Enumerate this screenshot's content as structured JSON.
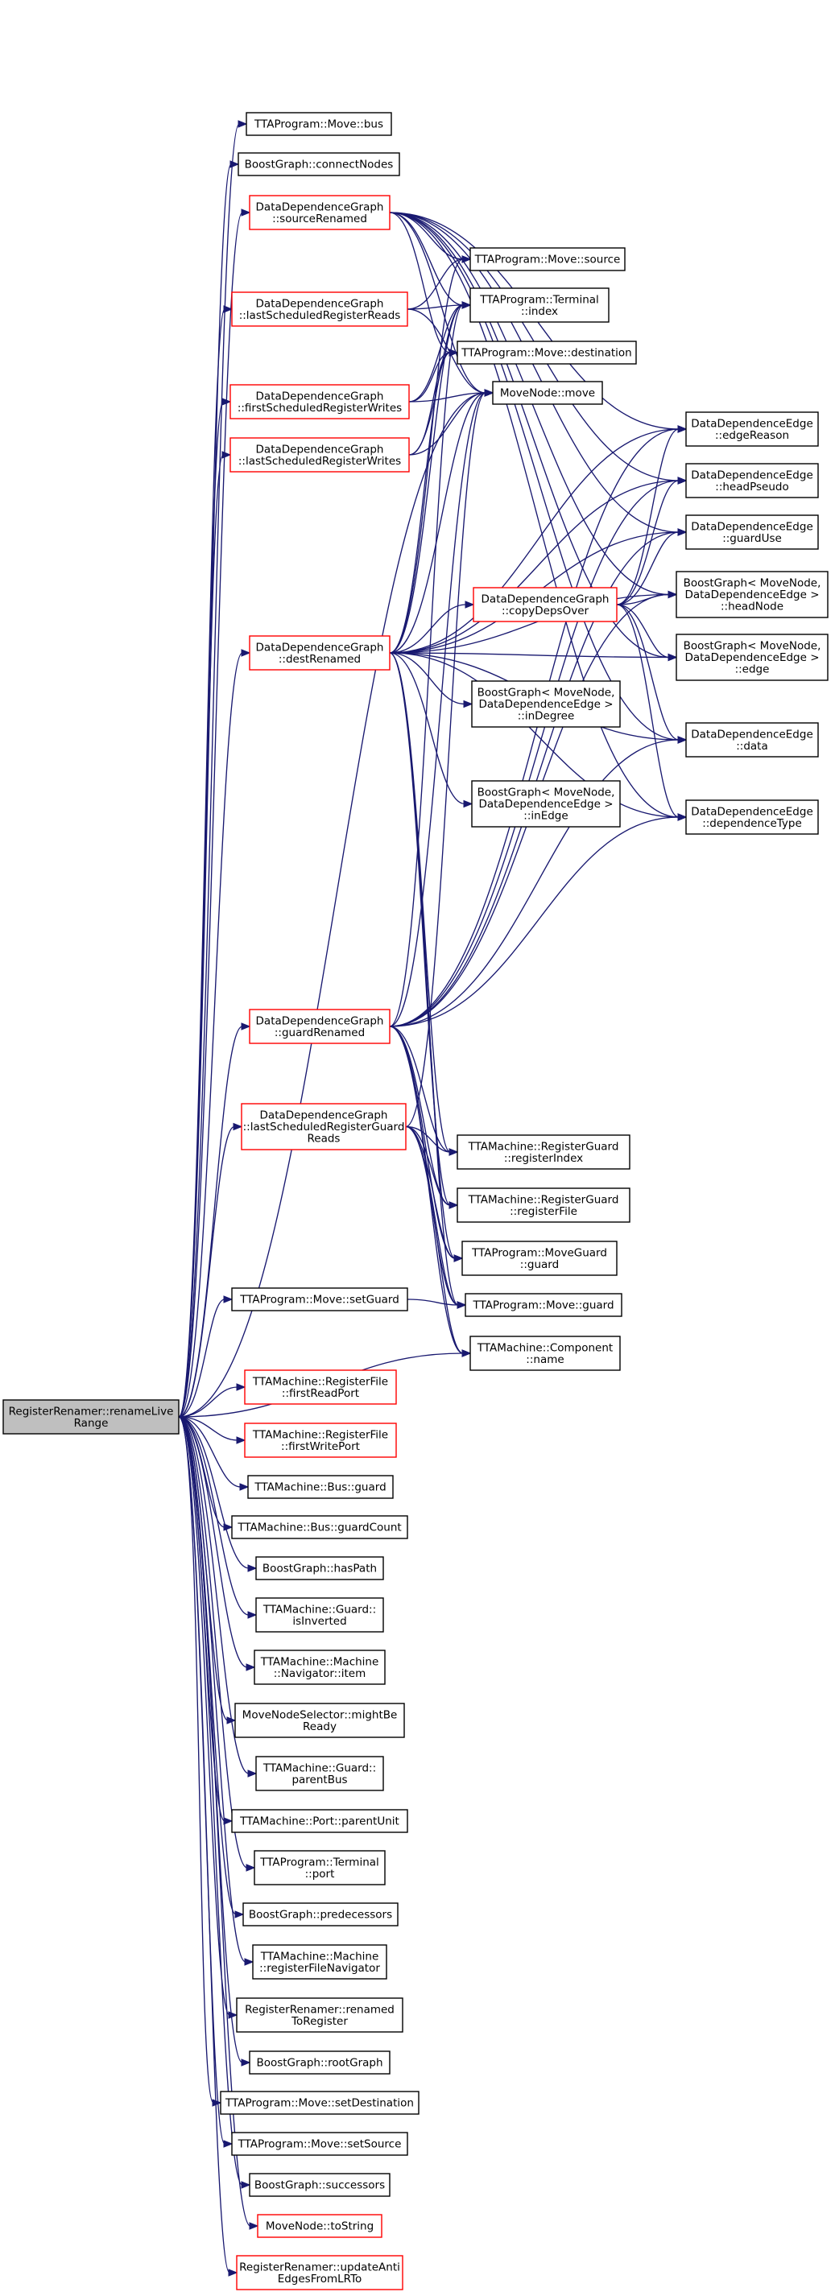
{
  "colors": {
    "edge": "#191970",
    "border_normal": "#000000",
    "border_truncated": "#ff0000",
    "root_fill": "#bfbfbf",
    "node_fill": "#ffffff"
  },
  "nodes": [
    {
      "id": "rename",
      "lines": [
        "RegisterRenamer::renameLive",
        "Range"
      ],
      "kind": "root"
    },
    {
      "id": "bus",
      "lines": [
        "TTAProgram::Move::bus"
      ],
      "kind": "normal"
    },
    {
      "id": "connectNodes",
      "lines": [
        "BoostGraph::connectNodes"
      ],
      "kind": "normal"
    },
    {
      "id": "sourceRenamed",
      "lines": [
        "DataDependenceGraph",
        "::sourceRenamed"
      ],
      "kind": "truncated"
    },
    {
      "id": "lsrr",
      "lines": [
        "DataDependenceGraph",
        "::lastScheduledRegisterReads"
      ],
      "kind": "truncated"
    },
    {
      "id": "fsrw",
      "lines": [
        "DataDependenceGraph",
        "::firstScheduledRegisterWrites"
      ],
      "kind": "truncated"
    },
    {
      "id": "lsrw",
      "lines": [
        "DataDependenceGraph",
        "::lastScheduledRegisterWrites"
      ],
      "kind": "truncated"
    },
    {
      "id": "destRenamed",
      "lines": [
        "DataDependenceGraph",
        "::destRenamed"
      ],
      "kind": "truncated"
    },
    {
      "id": "guardRenamed",
      "lines": [
        "DataDependenceGraph",
        "::guardRenamed"
      ],
      "kind": "truncated"
    },
    {
      "id": "lsrgr",
      "lines": [
        "DataDependenceGraph",
        "::lastScheduledRegisterGuard",
        "Reads"
      ],
      "kind": "truncated"
    },
    {
      "id": "setGuard",
      "lines": [
        "TTAProgram::Move::setGuard"
      ],
      "kind": "normal"
    },
    {
      "id": "firstReadPort",
      "lines": [
        "TTAMachine::RegisterFile",
        "::firstReadPort"
      ],
      "kind": "truncated"
    },
    {
      "id": "firstWritePort",
      "lines": [
        "TTAMachine::RegisterFile",
        "::firstWritePort"
      ],
      "kind": "truncated"
    },
    {
      "id": "busGuard",
      "lines": [
        "TTAMachine::Bus::guard"
      ],
      "kind": "normal"
    },
    {
      "id": "guardCount",
      "lines": [
        "TTAMachine::Bus::guardCount"
      ],
      "kind": "normal"
    },
    {
      "id": "hasPath",
      "lines": [
        "BoostGraph::hasPath"
      ],
      "kind": "normal"
    },
    {
      "id": "isInverted",
      "lines": [
        "TTAMachine::Guard::",
        "isInverted"
      ],
      "kind": "normal"
    },
    {
      "id": "navItem",
      "lines": [
        "TTAMachine::Machine",
        "::Navigator::item"
      ],
      "kind": "normal"
    },
    {
      "id": "mightBeReady",
      "lines": [
        "MoveNodeSelector::mightBe",
        "Ready"
      ],
      "kind": "normal"
    },
    {
      "id": "parentBus",
      "lines": [
        "TTAMachine::Guard::",
        "parentBus"
      ],
      "kind": "normal"
    },
    {
      "id": "parentUnit",
      "lines": [
        "TTAMachine::Port::parentUnit"
      ],
      "kind": "normal"
    },
    {
      "id": "termPort",
      "lines": [
        "TTAProgram::Terminal",
        "::port"
      ],
      "kind": "normal"
    },
    {
      "id": "predecessors",
      "lines": [
        "BoostGraph::predecessors"
      ],
      "kind": "normal"
    },
    {
      "id": "rfNav",
      "lines": [
        "TTAMachine::Machine",
        "::registerFileNavigator"
      ],
      "kind": "normal"
    },
    {
      "id": "renamedToRegister",
      "lines": [
        "RegisterRenamer::renamed",
        "ToRegister"
      ],
      "kind": "normal"
    },
    {
      "id": "rootGraph",
      "lines": [
        "BoostGraph::rootGraph"
      ],
      "kind": "normal"
    },
    {
      "id": "setDestination",
      "lines": [
        "TTAProgram::Move::setDestination"
      ],
      "kind": "normal"
    },
    {
      "id": "setSource",
      "lines": [
        "TTAProgram::Move::setSource"
      ],
      "kind": "normal"
    },
    {
      "id": "successors",
      "lines": [
        "BoostGraph::successors"
      ],
      "kind": "normal"
    },
    {
      "id": "toString",
      "lines": [
        "MoveNode::toString"
      ],
      "kind": "truncated"
    },
    {
      "id": "updateAnti",
      "lines": [
        "RegisterRenamer::updateAnti",
        "EdgesFromLRTo"
      ],
      "kind": "truncated"
    },
    {
      "id": "source",
      "lines": [
        "TTAProgram::Move::source"
      ],
      "kind": "normal"
    },
    {
      "id": "termIndex",
      "lines": [
        "TTAProgram::Terminal",
        "::index"
      ],
      "kind": "normal"
    },
    {
      "id": "destination",
      "lines": [
        "TTAProgram::Move::destination"
      ],
      "kind": "normal"
    },
    {
      "id": "move",
      "lines": [
        "MoveNode::move"
      ],
      "kind": "normal"
    },
    {
      "id": "copyDepsOver",
      "lines": [
        "DataDependenceGraph",
        "::copyDepsOver"
      ],
      "kind": "truncated"
    },
    {
      "id": "inDegree",
      "lines": [
        "BoostGraph< MoveNode,",
        "DataDependenceEdge >",
        "::inDegree"
      ],
      "kind": "normal"
    },
    {
      "id": "inEdge",
      "lines": [
        "BoostGraph< MoveNode,",
        "DataDependenceEdge >",
        "::inEdge"
      ],
      "kind": "normal"
    },
    {
      "id": "regIndex",
      "lines": [
        "TTAMachine::RegisterGuard",
        "::registerIndex"
      ],
      "kind": "normal"
    },
    {
      "id": "regFile",
      "lines": [
        "TTAMachine::RegisterGuard",
        "::registerFile"
      ],
      "kind": "normal"
    },
    {
      "id": "moveGuardGuard",
      "lines": [
        "TTAProgram::MoveGuard",
        "::guard"
      ],
      "kind": "normal"
    },
    {
      "id": "moveGuard",
      "lines": [
        "TTAProgram::Move::guard"
      ],
      "kind": "normal"
    },
    {
      "id": "compName",
      "lines": [
        "TTAMachine::Component",
        "::name"
      ],
      "kind": "normal"
    },
    {
      "id": "edgeReason",
      "lines": [
        "DataDependenceEdge",
        "::edgeReason"
      ],
      "kind": "normal"
    },
    {
      "id": "headPseudo",
      "lines": [
        "DataDependenceEdge",
        "::headPseudo"
      ],
      "kind": "normal"
    },
    {
      "id": "guardUse",
      "lines": [
        "DataDependenceEdge",
        "::guardUse"
      ],
      "kind": "normal"
    },
    {
      "id": "headNode",
      "lines": [
        "BoostGraph< MoveNode,",
        "DataDependenceEdge >",
        "::headNode"
      ],
      "kind": "normal"
    },
    {
      "id": "bgEdge",
      "lines": [
        "BoostGraph< MoveNode,",
        "DataDependenceEdge >",
        "::edge"
      ],
      "kind": "normal"
    },
    {
      "id": "edgeData",
      "lines": [
        "DataDependenceEdge",
        "::data"
      ],
      "kind": "normal"
    },
    {
      "id": "depType",
      "lines": [
        "DataDependenceEdge",
        "::dependenceType"
      ],
      "kind": "normal"
    }
  ],
  "edges": [
    [
      "rename",
      "bus"
    ],
    [
      "rename",
      "connectNodes"
    ],
    [
      "rename",
      "sourceRenamed"
    ],
    [
      "rename",
      "lsrr"
    ],
    [
      "rename",
      "fsrw"
    ],
    [
      "rename",
      "lsrw"
    ],
    [
      "rename",
      "destRenamed"
    ],
    [
      "rename",
      "guardRenamed"
    ],
    [
      "rename",
      "lsrgr"
    ],
    [
      "rename",
      "setGuard"
    ],
    [
      "rename",
      "compName"
    ],
    [
      "rename",
      "firstReadPort"
    ],
    [
      "rename",
      "firstWritePort"
    ],
    [
      "rename",
      "busGuard"
    ],
    [
      "rename",
      "guardCount"
    ],
    [
      "rename",
      "hasPath"
    ],
    [
      "rename",
      "isInverted"
    ],
    [
      "rename",
      "navItem"
    ],
    [
      "rename",
      "mightBeReady"
    ],
    [
      "rename",
      "parentBus"
    ],
    [
      "rename",
      "parentUnit"
    ],
    [
      "rename",
      "termPort"
    ],
    [
      "rename",
      "predecessors"
    ],
    [
      "rename",
      "rfNav"
    ],
    [
      "rename",
      "renamedToRegister"
    ],
    [
      "rename",
      "rootGraph"
    ],
    [
      "rename",
      "setDestination"
    ],
    [
      "rename",
      "setSource"
    ],
    [
      "rename",
      "successors"
    ],
    [
      "rename",
      "toString"
    ],
    [
      "rename",
      "updateAnti"
    ],
    [
      "rename",
      "move"
    ],
    [
      "sourceRenamed",
      "source"
    ],
    [
      "sourceRenamed",
      "termIndex"
    ],
    [
      "sourceRenamed",
      "destination"
    ],
    [
      "sourceRenamed",
      "move"
    ],
    [
      "sourceRenamed",
      "edgeReason"
    ],
    [
      "sourceRenamed",
      "headPseudo"
    ],
    [
      "sourceRenamed",
      "guardUse"
    ],
    [
      "sourceRenamed",
      "headNode"
    ],
    [
      "sourceRenamed",
      "bgEdge"
    ],
    [
      "sourceRenamed",
      "edgeData"
    ],
    [
      "sourceRenamed",
      "depType"
    ],
    [
      "lsrr",
      "source"
    ],
    [
      "lsrr",
      "termIndex"
    ],
    [
      "lsrr",
      "move"
    ],
    [
      "fsrw",
      "destination"
    ],
    [
      "fsrw",
      "termIndex"
    ],
    [
      "fsrw",
      "move"
    ],
    [
      "lsrw",
      "destination"
    ],
    [
      "lsrw",
      "termIndex"
    ],
    [
      "lsrw",
      "move"
    ],
    [
      "destRenamed",
      "copyDepsOver"
    ],
    [
      "destRenamed",
      "inDegree"
    ],
    [
      "destRenamed",
      "inEdge"
    ],
    [
      "destRenamed",
      "source"
    ],
    [
      "destRenamed",
      "termIndex"
    ],
    [
      "destRenamed",
      "destination"
    ],
    [
      "destRenamed",
      "move"
    ],
    [
      "destRenamed",
      "edgeReason"
    ],
    [
      "destRenamed",
      "headPseudo"
    ],
    [
      "destRenamed",
      "guardUse"
    ],
    [
      "destRenamed",
      "headNode"
    ],
    [
      "destRenamed",
      "bgEdge"
    ],
    [
      "destRenamed",
      "edgeData"
    ],
    [
      "destRenamed",
      "depType"
    ],
    [
      "destRenamed",
      "regIndex"
    ],
    [
      "destRenamed",
      "regFile"
    ],
    [
      "destRenamed",
      "moveGuardGuard"
    ],
    [
      "destRenamed",
      "moveGuard"
    ],
    [
      "copyDepsOver",
      "edgeReason"
    ],
    [
      "copyDepsOver",
      "headPseudo"
    ],
    [
      "copyDepsOver",
      "guardUse"
    ],
    [
      "copyDepsOver",
      "headNode"
    ],
    [
      "copyDepsOver",
      "bgEdge"
    ],
    [
      "copyDepsOver",
      "edgeData"
    ],
    [
      "copyDepsOver",
      "depType"
    ],
    [
      "guardRenamed",
      "edgeReason"
    ],
    [
      "guardRenamed",
      "headPseudo"
    ],
    [
      "guardRenamed",
      "guardUse"
    ],
    [
      "guardRenamed",
      "headNode"
    ],
    [
      "guardRenamed",
      "edgeData"
    ],
    [
      "guardRenamed",
      "depType"
    ],
    [
      "guardRenamed",
      "termIndex"
    ],
    [
      "guardRenamed",
      "move"
    ],
    [
      "guardRenamed",
      "regIndex"
    ],
    [
      "guardRenamed",
      "regFile"
    ],
    [
      "guardRenamed",
      "moveGuardGuard"
    ],
    [
      "guardRenamed",
      "moveGuard"
    ],
    [
      "guardRenamed",
      "compName"
    ],
    [
      "lsrgr",
      "move"
    ],
    [
      "lsrgr",
      "regIndex"
    ],
    [
      "lsrgr",
      "regFile"
    ],
    [
      "lsrgr",
      "moveGuardGuard"
    ],
    [
      "lsrgr",
      "moveGuard"
    ],
    [
      "lsrgr",
      "compName"
    ],
    [
      "setGuard",
      "moveGuard"
    ]
  ]
}
